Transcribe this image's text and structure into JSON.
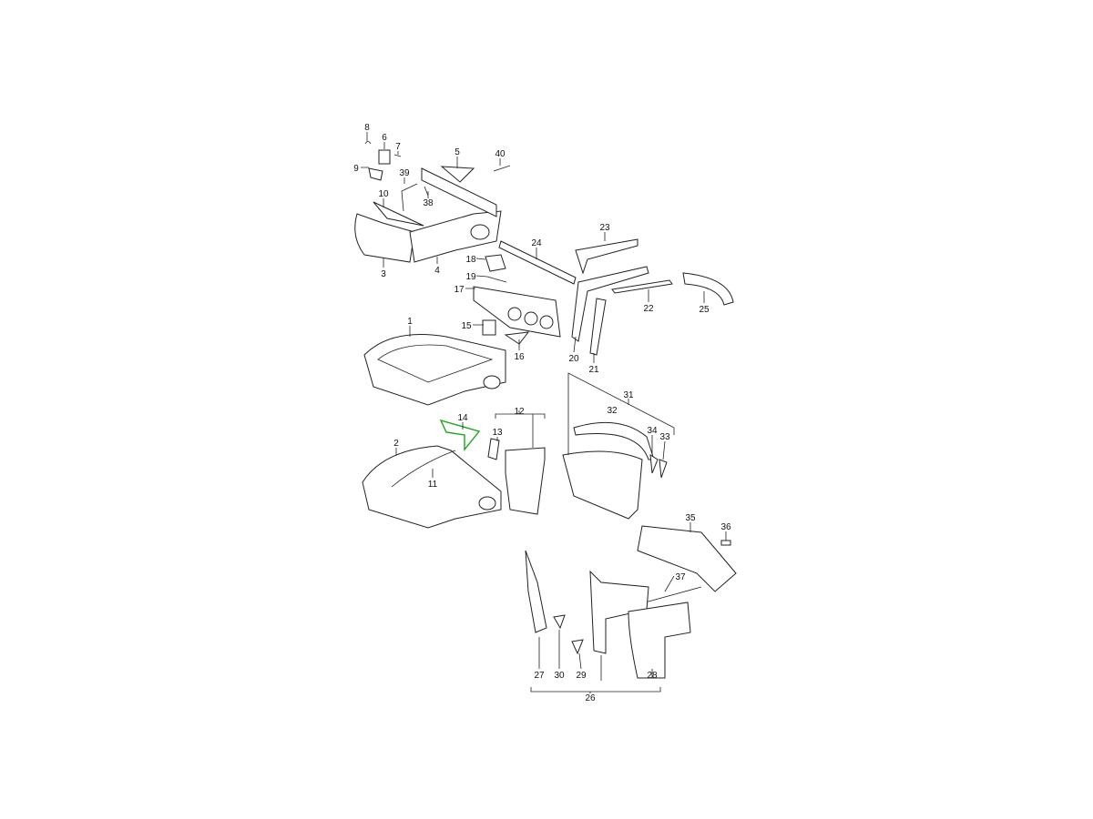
{
  "diagram": {
    "highlight_color": "#1aa51a",
    "highlighted_part": "14",
    "labels": {
      "1": "1",
      "2": "2",
      "3": "3",
      "4": "4",
      "5": "5",
      "6": "6",
      "7": "7",
      "8": "8",
      "9": "9",
      "10": "10",
      "11": "11",
      "12": "12",
      "13": "13",
      "14": "14",
      "15": "15",
      "16": "16",
      "17": "17",
      "18": "18",
      "19": "19",
      "20": "20",
      "21": "21",
      "22": "22",
      "23": "23",
      "24": "24",
      "25": "25",
      "26": "26",
      "27": "27",
      "28": "28",
      "29": "29",
      "30": "30",
      "31": "31",
      "32": "32",
      "33": "33",
      "34": "34",
      "35": "35",
      "36": "36",
      "37": "37",
      "38": "38",
      "39": "39",
      "40": "40"
    }
  }
}
